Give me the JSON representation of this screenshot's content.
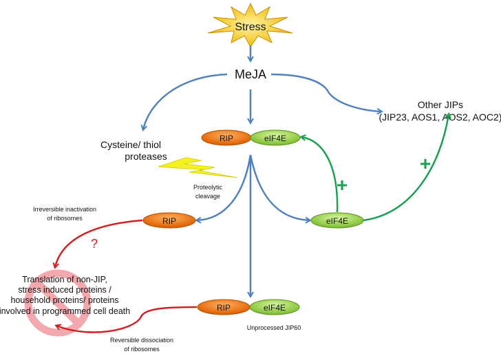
{
  "nodes": {
    "stress": "Stress",
    "meja": "MeJA",
    "rip_top": "RIP",
    "eif4e_top": "eIF4E",
    "proteases_line1": "Cysteine/ thiol",
    "proteases_line2": "proteases",
    "other_jips_line1": "Other JIPs",
    "other_jips_line2": "(JIP23, AOS1, AOS2, AOC2)",
    "cleavage_line1": "Proteolytic",
    "cleavage_line2": "cleavage",
    "rip_mid": "RIP",
    "eif4e_mid": "eIF4E",
    "irreversible_line1": "Irreversible inactivation",
    "irreversible_line2": "of ribosomes",
    "question": "?",
    "plus_left": "+",
    "plus_right": "+",
    "translation_lines": [
      "Translation of non-JIP,",
      "stress induced proteins /",
      "household proteins/ proteins",
      "involved in programmed cell death"
    ],
    "rip_bottom": "RIP",
    "eif4e_bottom": "eIF4E",
    "unprocessed": "Unprocessed JIP60",
    "reversible_line1": "Reversible dissociation",
    "reversible_line2": "of ribosomes"
  },
  "colors": {
    "blue_arrow": "#4f81bd",
    "green_arrow": "#1aa050",
    "red_arrow": "#d42020",
    "rip_orange": "#f07010",
    "eif4e_green": "#9bd44a",
    "stress_yellow": "#f5c800",
    "prohibit_pink": "#f29aa0"
  }
}
